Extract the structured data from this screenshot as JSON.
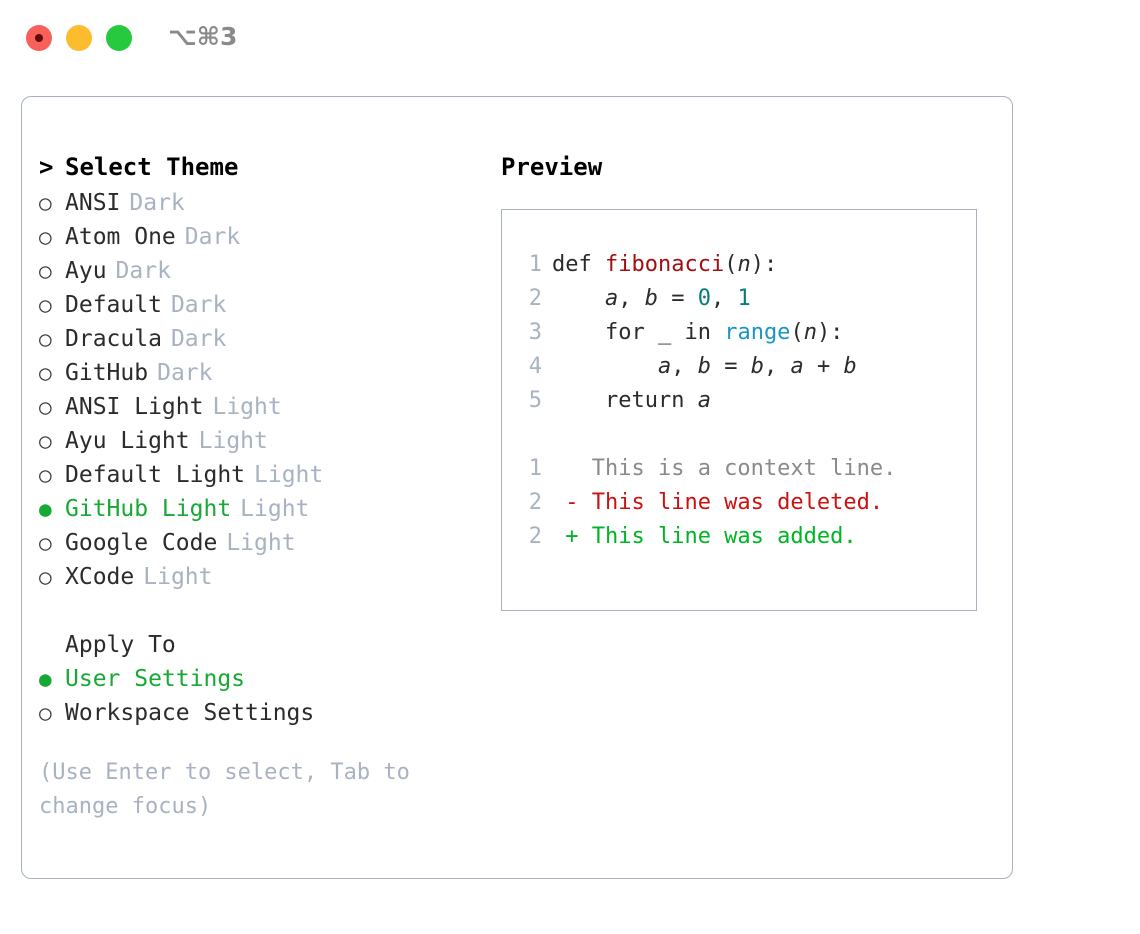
{
  "titlebar": {
    "shortcut": "⌥⌘3",
    "dots": [
      "close-dot",
      "minimize-dot",
      "maximize-dot"
    ]
  },
  "theme_list": {
    "header_prefix": ">",
    "header": "Select Theme",
    "bullet_unselected": "○",
    "bullet_selected": "●",
    "items": [
      {
        "name": "ANSI",
        "variant": "Dark",
        "selected": false
      },
      {
        "name": "Atom One",
        "variant": "Dark",
        "selected": false
      },
      {
        "name": "Ayu",
        "variant": "Dark",
        "selected": false
      },
      {
        "name": "Default",
        "variant": "Dark",
        "selected": false
      },
      {
        "name": "Dracula",
        "variant": "Dark",
        "selected": false
      },
      {
        "name": "GitHub",
        "variant": "Dark",
        "selected": false
      },
      {
        "name": "ANSI Light",
        "variant": "Light",
        "selected": false
      },
      {
        "name": "Ayu Light",
        "variant": "Light",
        "selected": false
      },
      {
        "name": "Default Light",
        "variant": "Light",
        "selected": false
      },
      {
        "name": "GitHub Light",
        "variant": "Light",
        "selected": true
      },
      {
        "name": "Google Code",
        "variant": "Light",
        "selected": false
      },
      {
        "name": "XCode",
        "variant": "Light",
        "selected": false
      }
    ]
  },
  "apply_to": {
    "title": "Apply To",
    "options": [
      {
        "name": "User Settings",
        "selected": true
      },
      {
        "name": "Workspace Settings",
        "selected": false
      }
    ]
  },
  "hint": "(Use Enter to select, Tab to change focus)",
  "preview": {
    "title": "Preview",
    "code_lines": [
      {
        "lineno": "1",
        "tokens": [
          {
            "text": "def ",
            "cls": "t-plain"
          },
          {
            "text": "fibonacci",
            "cls": "t-fn"
          },
          {
            "text": "(",
            "cls": "t-plain"
          },
          {
            "text": "n",
            "cls": "t-var"
          },
          {
            "text": "):",
            "cls": "t-plain"
          }
        ]
      },
      {
        "lineno": "2",
        "tokens": [
          {
            "text": "    ",
            "cls": "t-plain"
          },
          {
            "text": "a",
            "cls": "t-var"
          },
          {
            "text": ", ",
            "cls": "t-plain"
          },
          {
            "text": "b",
            "cls": "t-var"
          },
          {
            "text": " = ",
            "cls": "t-plain"
          },
          {
            "text": "0",
            "cls": "t-num"
          },
          {
            "text": ", ",
            "cls": "t-plain"
          },
          {
            "text": "1",
            "cls": "t-num"
          }
        ]
      },
      {
        "lineno": "3",
        "tokens": [
          {
            "text": "    for ",
            "cls": "t-plain"
          },
          {
            "text": "_",
            "cls": "t-var"
          },
          {
            "text": " in ",
            "cls": "t-plain"
          },
          {
            "text": "range",
            "cls": "t-builtin"
          },
          {
            "text": "(",
            "cls": "t-plain"
          },
          {
            "text": "n",
            "cls": "t-var"
          },
          {
            "text": "):",
            "cls": "t-plain"
          }
        ]
      },
      {
        "lineno": "4",
        "tokens": [
          {
            "text": "        ",
            "cls": "t-plain"
          },
          {
            "text": "a",
            "cls": "t-var"
          },
          {
            "text": ", ",
            "cls": "t-plain"
          },
          {
            "text": "b",
            "cls": "t-var"
          },
          {
            "text": " = ",
            "cls": "t-plain"
          },
          {
            "text": "b",
            "cls": "t-var"
          },
          {
            "text": ", ",
            "cls": "t-plain"
          },
          {
            "text": "a",
            "cls": "t-var"
          },
          {
            "text": " + ",
            "cls": "t-plain"
          },
          {
            "text": "b",
            "cls": "t-var"
          }
        ]
      },
      {
        "lineno": "5",
        "tokens": [
          {
            "text": "    return ",
            "cls": "t-plain"
          },
          {
            "text": "a",
            "cls": "t-var"
          }
        ]
      },
      {
        "lineno": "",
        "blank": true,
        "tokens": []
      },
      {
        "lineno": "1",
        "tokens": [
          {
            "text": "   This is a context line.",
            "cls": "t-ctx"
          }
        ]
      },
      {
        "lineno": "2",
        "tokens": [
          {
            "text": " - This line was deleted.",
            "cls": "t-del"
          }
        ]
      },
      {
        "lineno": "2",
        "tokens": [
          {
            "text": " + This line was added.",
            "cls": "t-add"
          }
        ]
      }
    ]
  },
  "colors": {
    "selected_green": "#16a934",
    "muted_blue_grey": "#a8b2c1",
    "panel_border": "#a8b2c1",
    "function_red": "#a01010",
    "number_teal": "#067d7d",
    "builtin_blue": "#1a96c4",
    "diff_deleted": "#cc1111",
    "diff_added": "#00b524",
    "context_grey": "#8a8a8a",
    "dot_red": "#f9605a",
    "dot_yellow": "#fcbc2e",
    "dot_green": "#27c93f"
  }
}
